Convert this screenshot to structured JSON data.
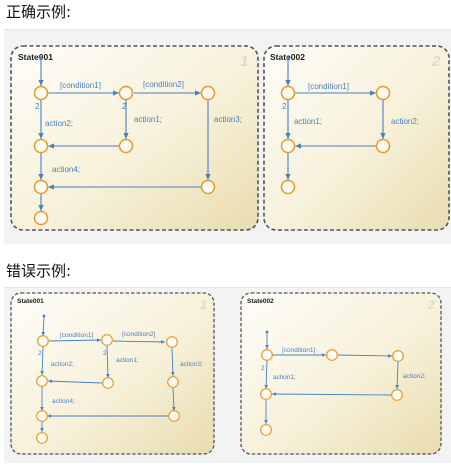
{
  "sections": {
    "correct_title": "正确示例:",
    "wrong_title": "错误示例:"
  },
  "correct": {
    "state1": {
      "name": "State001",
      "number": "1"
    },
    "state2": {
      "name": "State002",
      "number": "2"
    },
    "labels": {
      "condition1": "[condition1]",
      "condition2": "[condition2]",
      "action1": "action1;",
      "action2": "action2;",
      "action3": "action3;",
      "action4": "action4;",
      "order2": "2"
    }
  },
  "wrong": {
    "state1": {
      "name": "State001",
      "number": "1"
    },
    "state2": {
      "name": "State002",
      "number": "2"
    },
    "labels": {
      "condition1": "[condition1]",
      "condition2": "[condition2]",
      "action1": "action1;",
      "action2": "action2;",
      "action3": "action3;",
      "action4": "action4;",
      "order2": "2"
    }
  },
  "colors": {
    "state_fill_top": "#fdfcf5",
    "state_fill_bottom": "#ece2bd",
    "state_border": "#555555",
    "junction_stroke": "#e39a2b",
    "transition": "#4a7fc0"
  }
}
